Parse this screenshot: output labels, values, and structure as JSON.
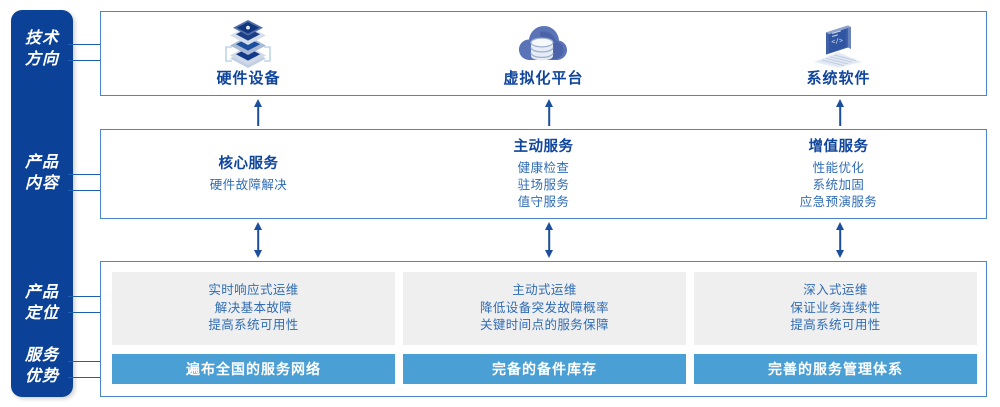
{
  "colors": {
    "rail_bg": "#0b4298",
    "panel_border": "#4a86c8",
    "title_blue": "#10459c",
    "body_blue": "#2f6cb5",
    "grey_box": "#efefef",
    "blue_bar": "#4a9fd5",
    "arrow": "#1b4f9c"
  },
  "rail": {
    "labels": [
      {
        "id": "tech",
        "line1": "技术",
        "line2": "方向"
      },
      {
        "id": "content",
        "line1": "产品",
        "line2": "内容"
      },
      {
        "id": "position",
        "line1": "产品",
        "line2": "定位"
      },
      {
        "id": "advantage",
        "line1": "服务",
        "line2": "优势"
      }
    ]
  },
  "tech_panel": {
    "columns": [
      {
        "icon": "server-stack-icon",
        "title": "硬件设备"
      },
      {
        "icon": "cloud-database-icon",
        "title": "虚拟化平台"
      },
      {
        "icon": "laptop-code-icon",
        "title": "系统软件"
      }
    ]
  },
  "content_panel": {
    "columns": [
      {
        "title": "核心服务",
        "items": [
          "硬件故障解决"
        ]
      },
      {
        "title": "主动服务",
        "items": [
          "健康检查",
          "驻场服务",
          "值守服务"
        ]
      },
      {
        "title": "增值服务",
        "items": [
          "性能优化",
          "系统加固",
          "应急预演服务"
        ]
      }
    ]
  },
  "bottom_panel": {
    "cells": [
      {
        "positioning": [
          "实时响应式运维",
          "解决基本故障",
          "提高系统可用性"
        ],
        "advantage": "遍布全国的服务网络"
      },
      {
        "positioning": [
          "主动式运维",
          "降低设备突发故障概率",
          "关键时间点的服务保障"
        ],
        "advantage": "完备的备件库存"
      },
      {
        "positioning": [
          "深入式运维",
          "保证业务连续性",
          "提高系统可用性"
        ],
        "advantage": "完善的服务管理体系"
      }
    ]
  }
}
